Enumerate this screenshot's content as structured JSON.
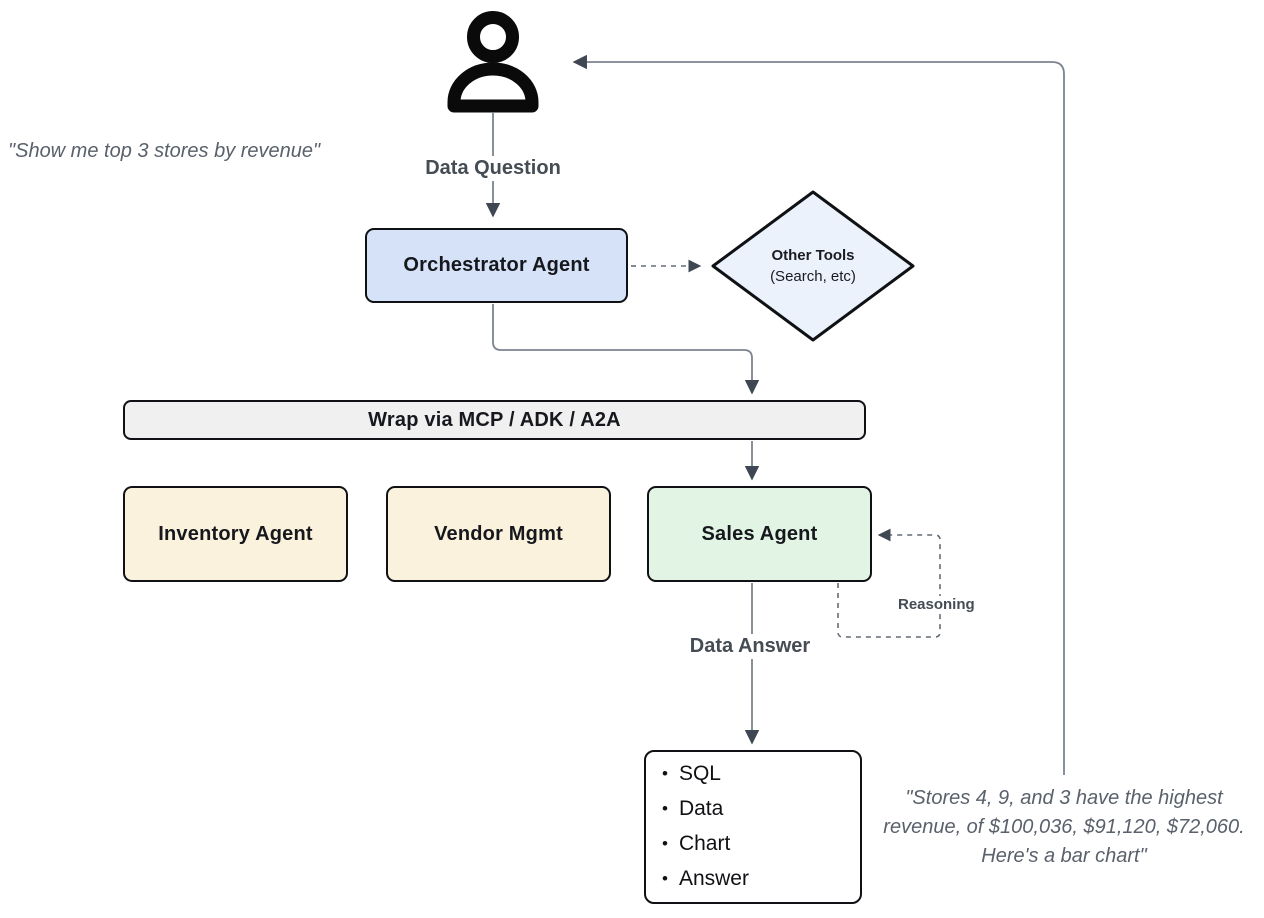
{
  "labels": {
    "data_question": "Data Question",
    "data_answer": "Data Answer",
    "reasoning": "Reasoning"
  },
  "quotes": {
    "user": "\"Show me top 3 stores by revenue\"",
    "assistant_lines": [
      "\"Stores 4, 9, and 3 have the highest",
      "revenue, of $100,036, $91,120, $72,060.",
      "Here's a bar chart\""
    ]
  },
  "nodes": {
    "orchestrator": {
      "label": "Orchestrator Agent",
      "fill": "#d6e2f7"
    },
    "other_tools": {
      "title": "Other Tools",
      "subtitle": "(Search, etc)",
      "fill": "#ecf2fc"
    },
    "wrap_bar": {
      "label": "Wrap via MCP / ADK / A2A",
      "fill": "#f0f0f1"
    },
    "inventory": {
      "label": "Inventory Agent",
      "fill": "#faf2dc"
    },
    "vendor": {
      "label": "Vendor Mgmt",
      "fill": "#faf2dc"
    },
    "sales": {
      "label": "Sales Agent",
      "fill": "#e2f4e3"
    },
    "output": {
      "items": [
        "SQL",
        "Data",
        "Chart",
        "Answer"
      ],
      "fill": "#ffffff"
    }
  },
  "icons": {
    "person": "user-person-icon"
  },
  "colors": {
    "box_border": "#101114",
    "line": "#7b838d",
    "dashed_line": "#646c75",
    "arrowhead": "#3f4852",
    "label_text": "#454c54",
    "quote_text": "#5a616b",
    "icon": "#0a0a0a"
  }
}
